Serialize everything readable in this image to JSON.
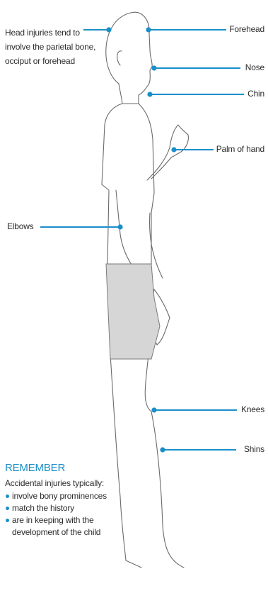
{
  "labels": {
    "forehead": "Forehead",
    "nose": "Nose",
    "chin": "Chin",
    "palm": "Palm of hand",
    "elbows": "Elbows",
    "knees": "Knees",
    "shins": "Shins"
  },
  "head_note": {
    "line1": "Head injuries tend to",
    "line2": "involve the parietal bone,",
    "line3": "occiput or forehead"
  },
  "remember": {
    "title": "REMEMBER",
    "intro": "Accidental injuries typically:",
    "items": [
      {
        "text": "involve bony prominences"
      },
      {
        "text": "match the history"
      },
      {
        "text": "are in keeping with the",
        "cont": "development of the child"
      }
    ]
  },
  "colors": {
    "accent": "#1a8fc9",
    "outline": "#555555",
    "shorts": "#d6d6d6"
  }
}
